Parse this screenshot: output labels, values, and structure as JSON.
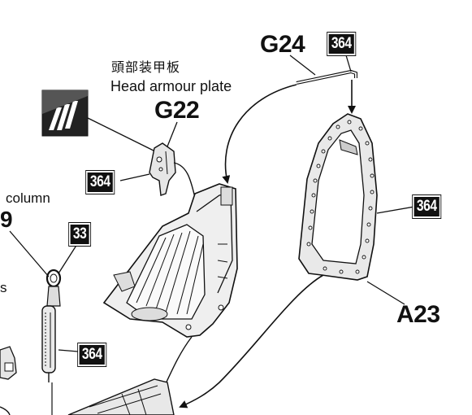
{
  "parts": {
    "g24": "G24",
    "g22": "G22",
    "a23": "A23",
    "partial_9": "9"
  },
  "paint_codes": {
    "g24_paint": "364",
    "g22_paint": "364",
    "a23_paint": "364",
    "rod_paint": "364",
    "ring_paint": "33"
  },
  "captions": {
    "head_armour_jp": "頭部装甲板",
    "head_armour_en": "Head armour plate",
    "column_partial": "column",
    "s_partial": "s"
  },
  "icons": {
    "metallic_swatch": "metallic-finish-swatch-icon"
  },
  "colors": {
    "ink": "#111111",
    "paper": "#ffffff"
  }
}
